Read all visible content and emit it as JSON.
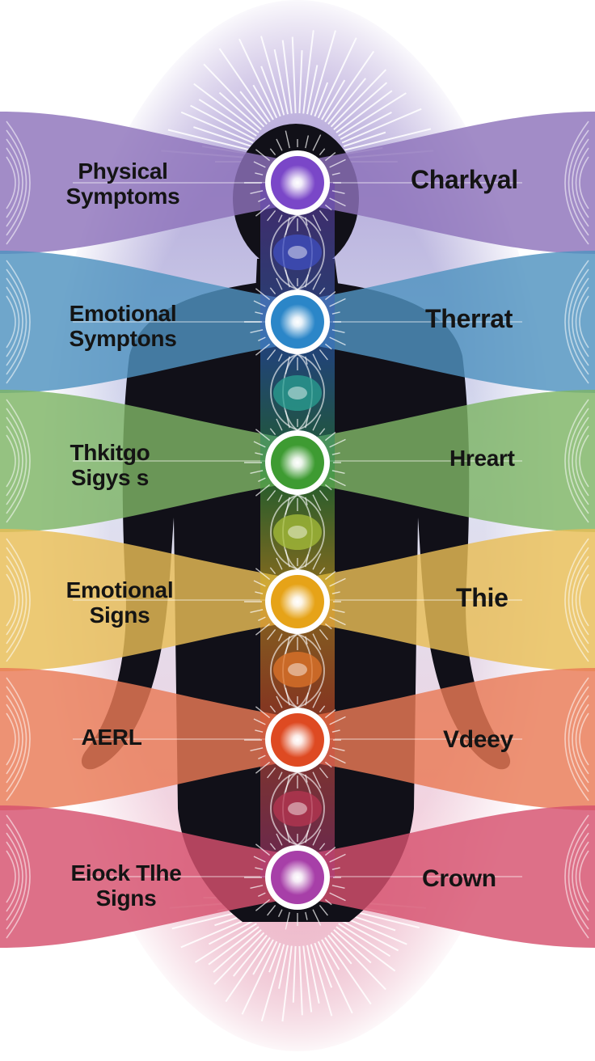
{
  "colors": {
    "background": "#ffffff",
    "aura_top": "#8d6cc0",
    "aura_bottom": "#d0507a",
    "silhouette": "#111018"
  },
  "bands": [
    {
      "id": "violet",
      "color": "#8e73bb",
      "orb_color": "#7a47c8",
      "left_label": [
        "Physical",
        "Symptoms"
      ],
      "right_label": "Charkyal"
    },
    {
      "id": "blue",
      "color": "#4f93c0",
      "orb_color": "#2b86c8",
      "left_label": [
        "Emotional",
        "Symptons"
      ],
      "right_label": "Therrat"
    },
    {
      "id": "green",
      "color": "#7eb565",
      "orb_color": "#3e9b32",
      "left_label": [
        "Thkitgo",
        "Sigys s"
      ],
      "right_label": "Hreart"
    },
    {
      "id": "yellow",
      "color": "#e8bd55",
      "orb_color": "#e6a318",
      "left_label": [
        "Emotional",
        "Signs"
      ],
      "right_label": "Thie"
    },
    {
      "id": "orange",
      "color": "#e97a55",
      "orb_color": "#de4a22",
      "left_label": [
        "AERL"
      ],
      "right_label": "Vdeey"
    },
    {
      "id": "pink",
      "color": "#d5506e",
      "orb_color": "#a73fa8",
      "left_label": [
        "Eiock Tlhe",
        "Signs"
      ],
      "right_label": "Crown"
    }
  ],
  "minor_orbs": [
    "#3f4fc0",
    "#2aa091",
    "#a7bf3a",
    "#e0742a",
    "#b73652"
  ]
}
